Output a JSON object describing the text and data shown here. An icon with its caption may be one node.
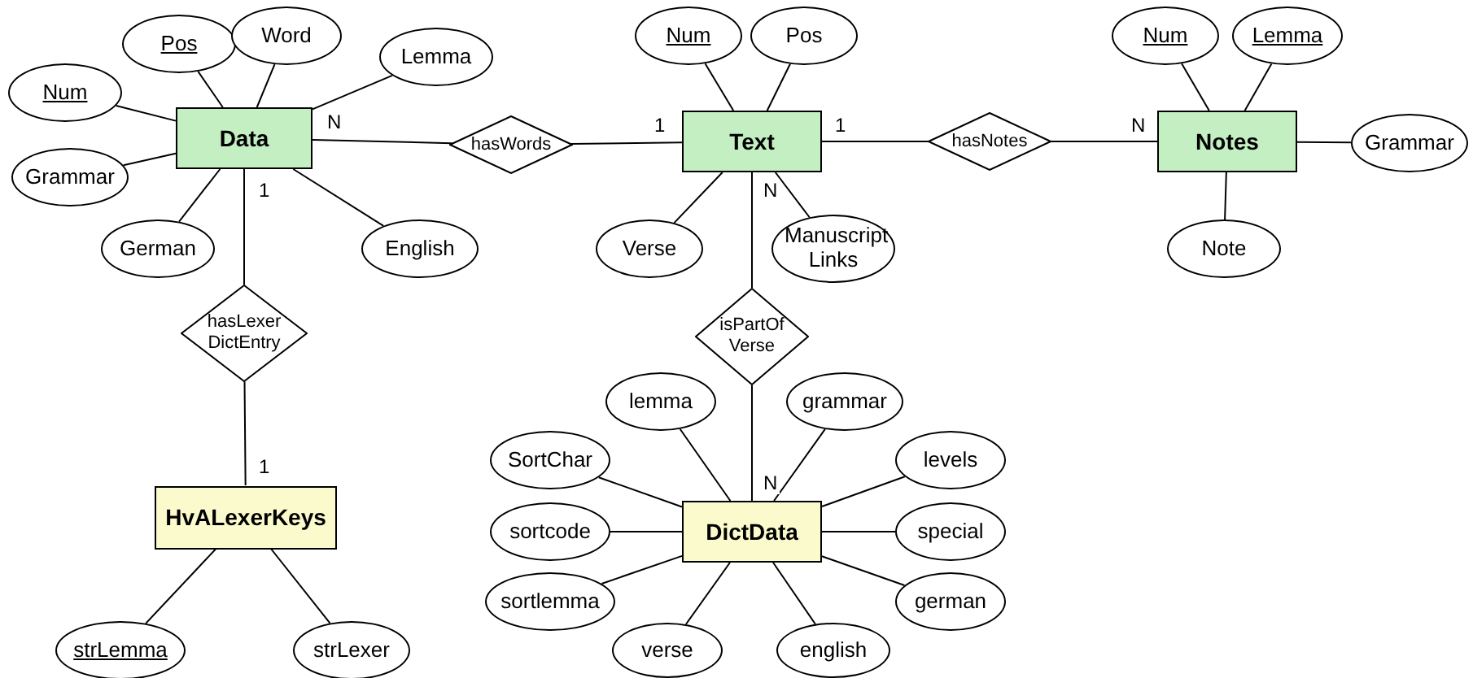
{
  "diagram": {
    "nodes": [
      {
        "text": [
          "Data"
        ]
      },
      {
        "text": [
          "Text"
        ]
      },
      {
        "text": [
          "Notes"
        ]
      },
      {
        "text": [
          "hasWords"
        ]
      },
      {
        "text": [
          "hasNotes"
        ]
      },
      {
        "text": [
          "hasLexer DictEntry"
        ]
      },
      {
        "text": [
          "isPartOf Verse"
        ]
      },
      {
        "text": [
          "HvALexerKeys"
        ]
      },
      {
        "text": [
          "DictData"
        ]
      },
      {
        "text": [
          "Pos"
        ]
      },
      {
        "text": [
          "Word"
        ]
      },
      {
        "text": [
          "Lemma"
        ]
      },
      {
        "text": [
          "Num"
        ]
      },
      {
        "text": [
          "Grammar"
        ]
      },
      {
        "text": [
          "German"
        ]
      },
      {
        "text": [
          "English"
        ]
      },
      {
        "text": [
          "Num"
        ]
      },
      {
        "text": [
          "Pos"
        ]
      },
      {
        "text": [
          "Verse"
        ]
      },
      {
        "text": [
          "Manuscript Links"
        ]
      },
      {
        "text": [
          "Num"
        ]
      },
      {
        "text": [
          "Lemma"
        ]
      },
      {
        "text": [
          "Grammar"
        ]
      },
      {
        "text": [
          "Note"
        ]
      },
      {
        "text": [
          "lemma"
        ]
      },
      {
        "text": [
          "grammar"
        ]
      },
      {
        "text": [
          "SortChar"
        ]
      },
      {
        "text": [
          "levels"
        ]
      },
      {
        "text": [
          "sortcode"
        ]
      },
      {
        "text": [
          "special"
        ]
      },
      {
        "text": [
          "sortlemma"
        ]
      },
      {
        "text": [
          "german"
        ]
      },
      {
        "text": [
          "verse"
        ]
      },
      {
        "text": [
          "english"
        ]
      },
      {
        "text": [
          "strLemma"
        ]
      },
      {
        "text": [
          "strLexer"
        ]
      }
    ],
    "edges": [
      {
        "from": 0,
        "to": 3,
        "arrow": "none",
        "label": "N"
      },
      {
        "from": 1,
        "to": 3,
        "arrow": "none",
        "label": "1"
      },
      {
        "from": 1,
        "to": 4,
        "arrow": "none",
        "label": "1"
      },
      {
        "from": 2,
        "to": 4,
        "arrow": "none",
        "label": "N"
      },
      {
        "from": 0,
        "to": 5,
        "arrow": "none",
        "label": "1"
      },
      {
        "from": 7,
        "to": 5,
        "arrow": "none",
        "label": "1"
      },
      {
        "from": 1,
        "to": 6,
        "arrow": "none",
        "label": "N"
      },
      {
        "from": 8,
        "to": 6,
        "arrow": "none",
        "label": "N"
      },
      {
        "from": 0,
        "to": 9,
        "arrow": "none"
      },
      {
        "from": 0,
        "to": 10,
        "arrow": "none"
      },
      {
        "from": 0,
        "to": 11,
        "arrow": "none"
      },
      {
        "from": 0,
        "to": 12,
        "arrow": "none"
      },
      {
        "from": 0,
        "to": 13,
        "arrow": "none"
      },
      {
        "from": 0,
        "to": 14,
        "arrow": "none"
      },
      {
        "from": 0,
        "to": 15,
        "arrow": "none"
      },
      {
        "from": 1,
        "to": 16,
        "arrow": "none"
      },
      {
        "from": 1,
        "to": 17,
        "arrow": "none"
      },
      {
        "from": 1,
        "to": 18,
        "arrow": "none"
      },
      {
        "from": 1,
        "to": 19,
        "arrow": "none"
      },
      {
        "from": 2,
        "to": 20,
        "arrow": "none"
      },
      {
        "from": 2,
        "to": 21,
        "arrow": "none"
      },
      {
        "from": 2,
        "to": 22,
        "arrow": "none"
      },
      {
        "from": 2,
        "to": 23,
        "arrow": "none"
      },
      {
        "from": 8,
        "to": 24,
        "arrow": "none"
      },
      {
        "from": 8,
        "to": 25,
        "arrow": "none"
      },
      {
        "from": 8,
        "to": 26,
        "arrow": "none"
      },
      {
        "from": 8,
        "to": 27,
        "arrow": "none"
      },
      {
        "from": 8,
        "to": 28,
        "arrow": "none"
      },
      {
        "from": 8,
        "to": 29,
        "arrow": "none"
      },
      {
        "from": 8,
        "to": 30,
        "arrow": "none"
      },
      {
        "from": 8,
        "to": 31,
        "arrow": "none"
      },
      {
        "from": 8,
        "to": 32,
        "arrow": "none"
      },
      {
        "from": 8,
        "to": 33,
        "arrow": "none"
      },
      {
        "from": 7,
        "to": 34,
        "arrow": "none"
      },
      {
        "from": 7,
        "to": 35,
        "arrow": "none"
      }
    ]
  }
}
